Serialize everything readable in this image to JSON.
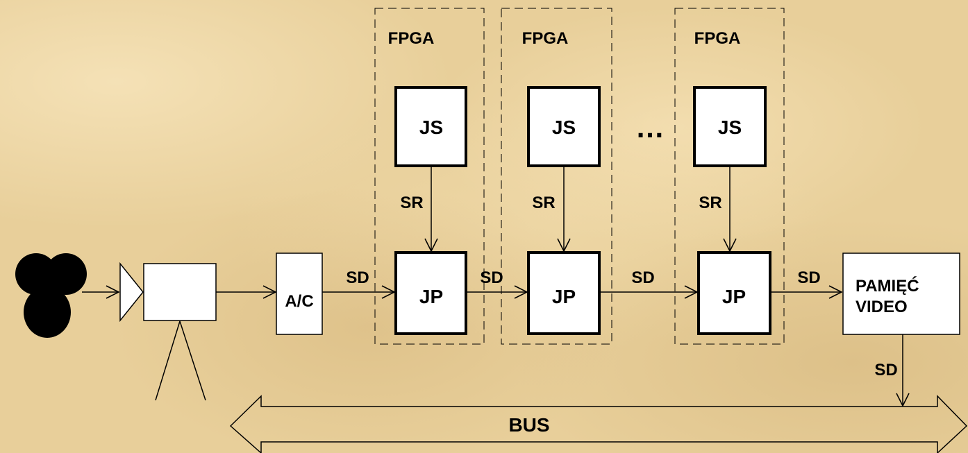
{
  "blocks": {
    "ac": "A/C",
    "fpga": [
      "FPGA",
      "FPGA",
      "FPGA"
    ],
    "js": [
      "JS",
      "JS",
      "JS"
    ],
    "jp": [
      "JP",
      "JP",
      "JP"
    ],
    "sr": [
      "SR",
      "SR",
      "SR"
    ],
    "ellipsis": "…",
    "memory_line1": "PAMIĘĆ",
    "memory_line2": "VIDEO"
  },
  "signals": {
    "sd_ac": "SD",
    "sd_jp1": "SD",
    "sd_jp2": "SD",
    "sd_jp3": "SD",
    "sd_mem": "SD"
  },
  "bus": {
    "label": "BUS"
  },
  "colors": {
    "background": "#e8cf9a",
    "stroke": "#000000",
    "block_fill": "#ffffff"
  },
  "icons": [
    "object-icon",
    "camera-icon"
  ]
}
